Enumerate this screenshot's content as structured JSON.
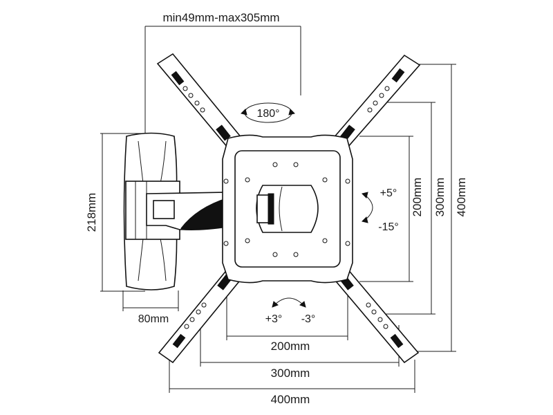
{
  "labels": {
    "top_range": "min49mm-max305mm",
    "rotation": "180°",
    "height_218": "218mm",
    "depth_80": "80mm",
    "tilt_up": "+5°",
    "tilt_down": "-15°",
    "swivel_left": "+3°",
    "swivel_right": "-3°",
    "v_200": "200mm",
    "v_300": "300mm",
    "v_400": "400mm",
    "h_200": "200mm",
    "h_300": "300mm",
    "h_400": "400mm"
  },
  "colors": {
    "line": "#1a1a1a",
    "fill": "#ffffff",
    "dark": "#111111"
  }
}
